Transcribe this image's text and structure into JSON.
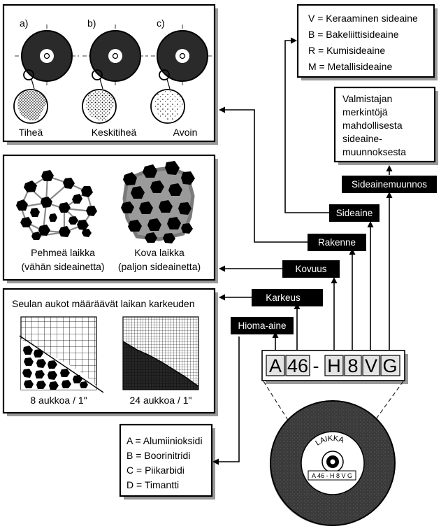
{
  "structure": {
    "options": [
      "a)",
      "b)",
      "c)"
    ],
    "labels": [
      "Tiheä",
      "Keskitiheä",
      "Avoin"
    ]
  },
  "hardness": {
    "soft_title": "Pehmeä laikka",
    "soft_sub": "(vähän sideainetta)",
    "hard_title": "Kova laikka",
    "hard_sub": "(paljon sideainetta)"
  },
  "grain": {
    "title": "Seulan aukot määräävät laikan karkeuden",
    "coarse_label": "8 aukkoa / 1\"",
    "fine_label": "24 aukkoa / 1\""
  },
  "abrasives": {
    "items": [
      "A = Alumiinioksidi",
      "B = Boorinitridi",
      "C = Piikarbidi",
      "D = Timantti"
    ]
  },
  "bonds": {
    "items": [
      "V = Keraaminen sideaine",
      "B = Bakeliittisideaine",
      "R = Kumisideaine",
      "M = Metallisideaine"
    ]
  },
  "maker": {
    "lines": [
      "Valmistajan",
      "merkintöjä",
      "mahdollisesta",
      "sideaine-",
      "muunnoksesta"
    ]
  },
  "categories": {
    "sideainemuunnos": "Sideainemuunnos",
    "sideaine": "Sideaine",
    "rakenne": "Rakenne",
    "kovuus": "Kovuus",
    "karkeus": "Karkeus",
    "hioma_aine": "Hioma-aine"
  },
  "code": {
    "chars": [
      "A",
      "46",
      "-",
      "H",
      "8",
      "V",
      "G"
    ]
  },
  "wheel": {
    "name": "LAIKKA",
    "marking": "A 46 - H 8 V G"
  },
  "colors": {
    "black": "#000000",
    "shadow": "#9a9a9a",
    "wheel_dark": "#2a2a2a",
    "code_fill": "#e4e4e4"
  }
}
